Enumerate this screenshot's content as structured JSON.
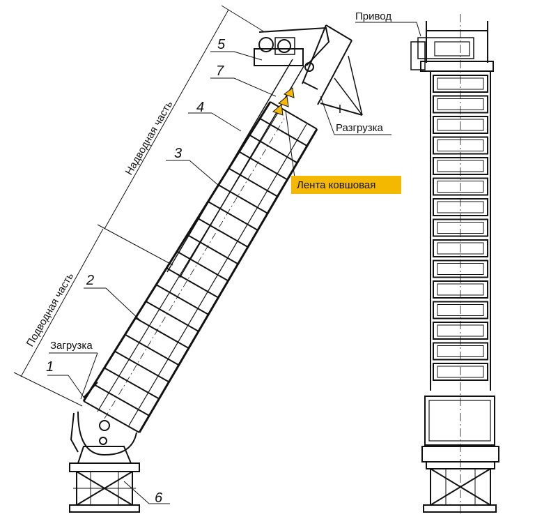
{
  "labels": {
    "drive": "Привод",
    "unloading": "Разгрузка",
    "loading": "Загрузка",
    "bucket_belt": "Лента ковшовая"
  },
  "dimensions": {
    "above_water": "Надводная часть",
    "under_water": "Подводная часть"
  },
  "callouts": [
    "1",
    "2",
    "3",
    "4",
    "5",
    "6",
    "7"
  ],
  "colors": {
    "highlight": "#F5B800",
    "line": "#111111",
    "background": "#FFFFFF"
  }
}
